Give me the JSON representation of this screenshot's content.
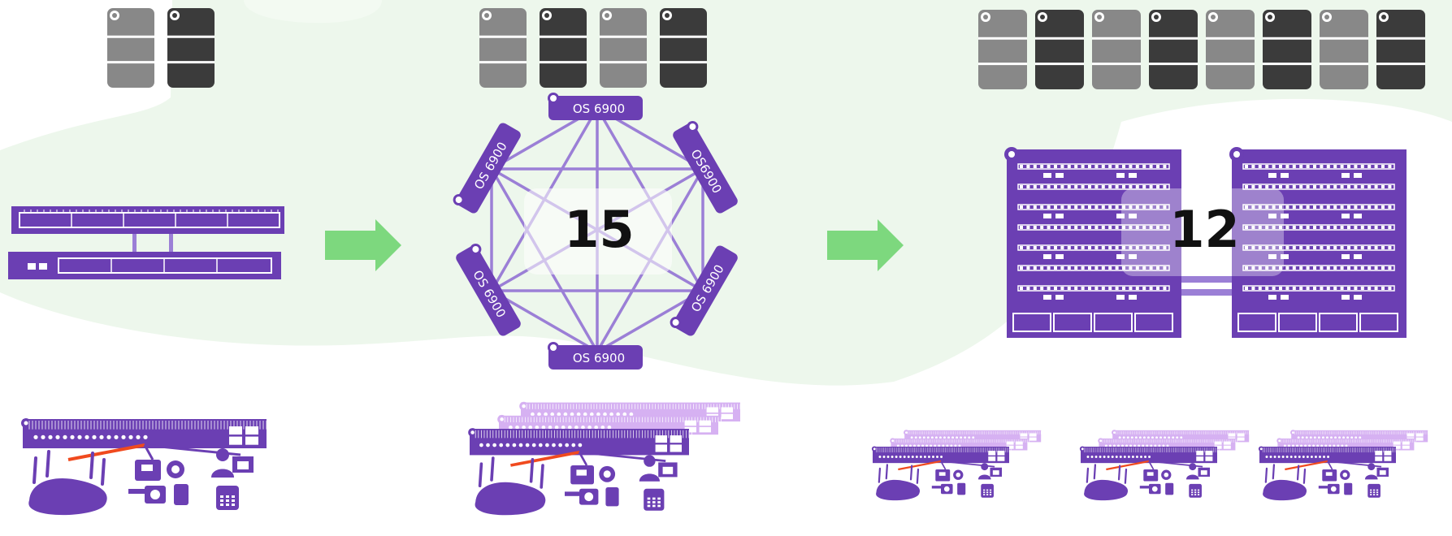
{
  "colors": {
    "purple": "#6b3fb3",
    "light_purple": "#cfa4f0",
    "mesh_purple": "#9b7fd6",
    "green_arrow": "#7dd87e",
    "background_blob": "#edf7ec",
    "server_gray": "#888888",
    "server_dark": "#3b3b3b",
    "red_link": "#f04a1e"
  },
  "stage_1": {
    "servers": [
      "gray",
      "dark"
    ]
  },
  "stage_2": {
    "servers": [
      "gray",
      "dark",
      "gray",
      "dark"
    ],
    "switch_labels": [
      "OS 6900",
      "OS6900",
      "OS 6900",
      "OS 6900",
      "OS 6900",
      "OS 6900"
    ],
    "count": "15"
  },
  "stage_3": {
    "servers": [
      "gray",
      "dark",
      "gray",
      "dark",
      "gray",
      "dark",
      "gray",
      "dark"
    ],
    "count": "12"
  },
  "icons": [
    "server-icon",
    "switch-icon",
    "arrow-icon",
    "wireless-access-point-icon",
    "thermostat-icon",
    "camera-icon",
    "user-icon",
    "phone-icon"
  ]
}
